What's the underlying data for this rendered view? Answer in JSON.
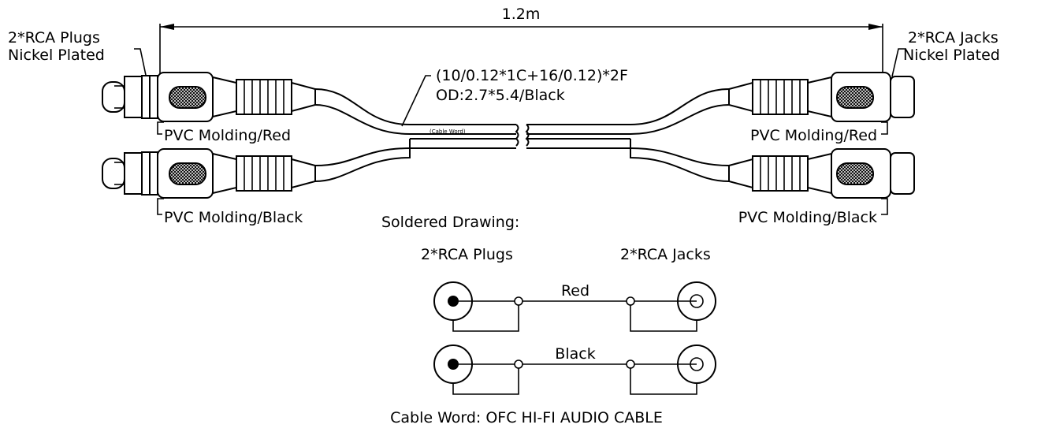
{
  "labels": {
    "length": "1.2m",
    "plugs_left": [
      "2*RCA Plugs",
      "Nickel Plated"
    ],
    "jacks_right": [
      "2*RCA Jacks",
      "Nickel Plated"
    ],
    "cable_spec": [
      "(10/0.12*1C+16/0.12)*2F",
      "OD:2.7*5.4/Black"
    ],
    "cable_word_tag": "(Cable Word)",
    "molding_red_left": "PVC Molding/Red",
    "molding_black_left": "PVC Molding/Black",
    "molding_red_right": "PVC Molding/Red",
    "molding_black_right": "PVC Molding/Black",
    "soldered_title": "Soldered Drawing:",
    "soldered_left": "2*RCA Plugs",
    "soldered_right": "2*RCA Jacks",
    "wire_red": "Red",
    "wire_black": "Black",
    "footer": "Cable Word: OFC HI-FI AUDIO CABLE"
  }
}
